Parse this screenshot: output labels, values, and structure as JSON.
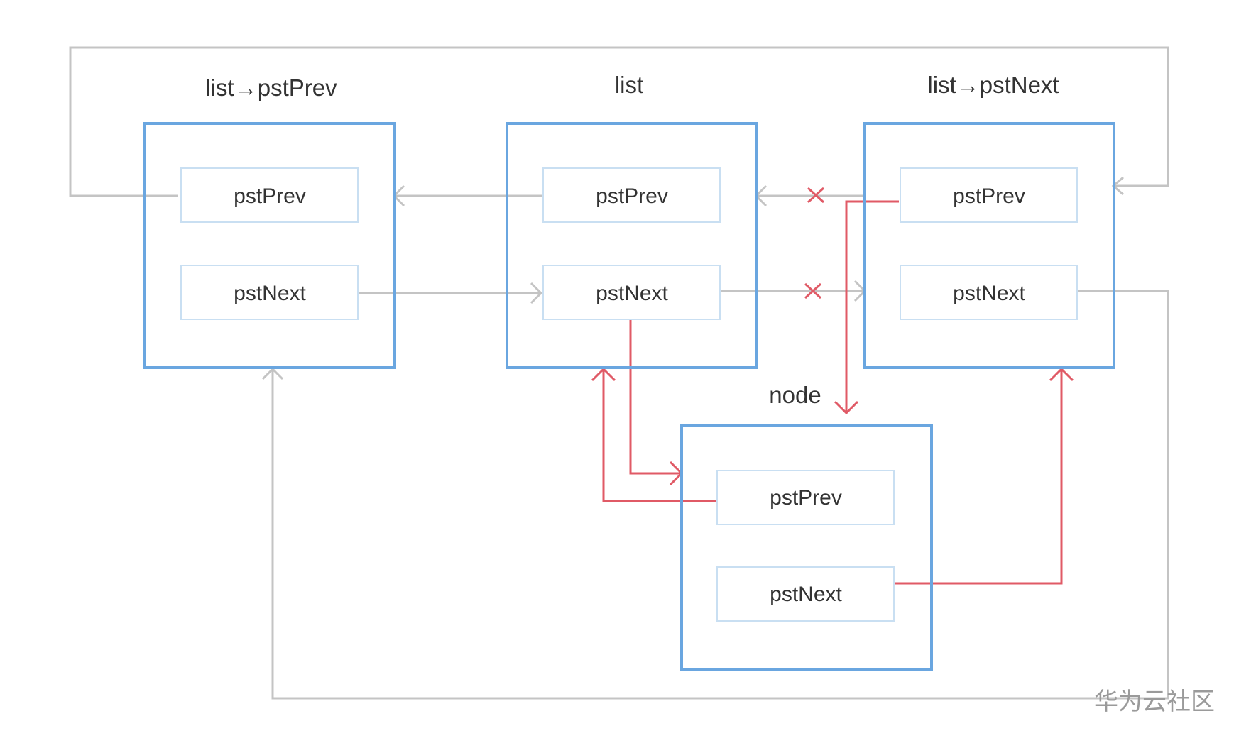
{
  "diagram": {
    "nodes": {
      "prev": {
        "title": "list→pstPrev",
        "field_prev": "pstPrev",
        "field_next": "pstNext"
      },
      "list": {
        "title": "list",
        "field_prev": "pstPrev",
        "field_next": "pstNext"
      },
      "next": {
        "title": "list→pstNext",
        "field_prev": "pstPrev",
        "field_next": "pstNext"
      },
      "node": {
        "title": "node",
        "field_prev": "pstPrev",
        "field_next": "pstNext"
      }
    },
    "colors": {
      "node_border": "#6aa6e0",
      "cell_border": "#c9dff2",
      "old_link": "#c4c4c4",
      "new_link": "#e05a66",
      "text": "#333333"
    }
  },
  "watermark": "华为云社区"
}
